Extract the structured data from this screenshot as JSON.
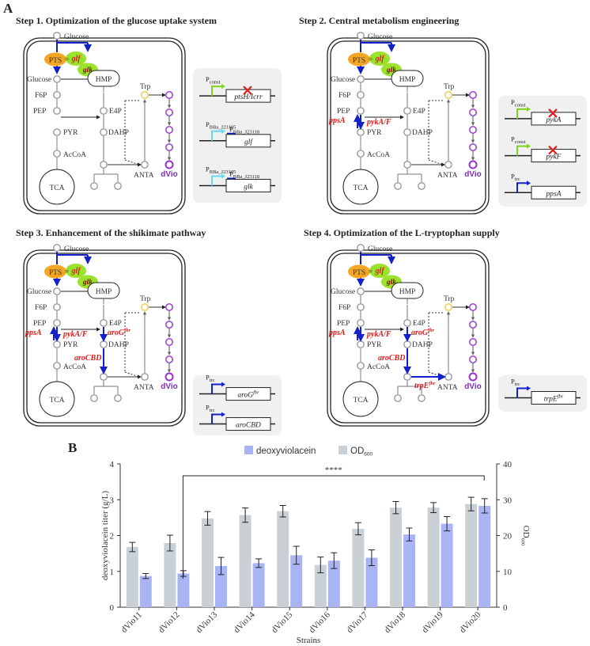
{
  "panel_a": {
    "letter": "A",
    "steps": [
      {
        "title": "Step 1. Optimization of the glucose uptake system",
        "constructs": [
          {
            "promoter": "P",
            "promoter_sub": "const",
            "gene": "ptsH/Icrr",
            "deleted": true,
            "second_promoter": ""
          },
          {
            "promoter": "P",
            "promoter_sub": "BBa_J23105",
            "gene": "glf",
            "deleted": false,
            "second_promoter": "BBa_J23118"
          },
          {
            "promoter": "P",
            "promoter_sub": "BBa_J23105",
            "gene": "glk",
            "deleted": false,
            "second_promoter": "BBa_J23118"
          }
        ]
      },
      {
        "title": "Step 2. Central metabolism engineering",
        "constructs": [
          {
            "promoter": "P",
            "promoter_sub": "const",
            "gene": "pykA",
            "deleted": true
          },
          {
            "promoter": "P",
            "promoter_sub": "const",
            "gene": "pykF",
            "deleted": true
          },
          {
            "promoter": "P",
            "promoter_sub": "trc",
            "gene": "ppsA",
            "deleted": false
          }
        ]
      },
      {
        "title": "Step 3. Enhancement of the shikimate pathway",
        "constructs": [
          {
            "promoter": "P",
            "promoter_sub": "trc",
            "gene": "aroG",
            "gene_sup": "fbr",
            "deleted": false
          },
          {
            "promoter": "P",
            "promoter_sub": "trc",
            "gene": "aroCBD",
            "deleted": false
          }
        ]
      },
      {
        "title": "Step 4. Optimization of the L-tryptophan supply",
        "constructs": [
          {
            "promoter": "P",
            "promoter_sub": "trc",
            "gene": "trpE",
            "gene_sup": "fbr",
            "deleted": false
          }
        ]
      }
    ],
    "metabolites": {
      "glucose": "Glucose",
      "f6p": "F6P",
      "pep": "PEP",
      "pyr": "PYR",
      "acoa": "AcCoA",
      "tca": "TCA",
      "hmp": "HMP",
      "e4p": "E4P",
      "dahp": "DAHP",
      "anta": "ANTA",
      "trp": "Trp",
      "dvio": "dVio",
      "pts": "PTS",
      "glf": "glf",
      "glk": "glk"
    },
    "genes": {
      "ppsA": "ppsA",
      "pykAF": "pykA/F",
      "aroG": "aroG",
      "aroG_sup": "fbr",
      "aroCBD": "aroCBD",
      "trpE": "trpE",
      "trpE_sup": "fbr"
    },
    "colors": {
      "pts": "#f5a623",
      "glf_glk": "#9be22d",
      "flux_blue": "#1420c8",
      "red_gene": "#e01b1b",
      "dvio_purple": "#9b30d0",
      "trp_yellow": "#f2c94c",
      "gray_node": "#9a9a9a",
      "box_bg": "#f0f0f0",
      "promoter_green": "#7ed321",
      "promoter_cyan": "#66d9f0"
    }
  },
  "panel_b": {
    "letter": "B"
  },
  "chart_data": {
    "type": "bar",
    "categories": [
      "dVio11",
      "dVio12",
      "dVio13",
      "dVio14",
      "dVio15",
      "dVio16",
      "dVio17",
      "dVio18",
      "dVio19",
      "dVio20"
    ],
    "series": [
      {
        "name": "deoxyviolacein",
        "axis": "left",
        "color": "#a9b4f5",
        "values": [
          0.87,
          0.94,
          1.15,
          1.23,
          1.45,
          1.3,
          1.38,
          2.03,
          2.33,
          2.83
        ],
        "errors": [
          0.07,
          0.08,
          0.24,
          0.12,
          0.25,
          0.22,
          0.22,
          0.18,
          0.2,
          0.2
        ]
      },
      {
        "name": "OD",
        "name_sub": "600",
        "axis": "right",
        "color": "#c9d1d6",
        "values": [
          16.8,
          17.9,
          24.8,
          25.7,
          26.8,
          11.8,
          21.9,
          27.8,
          27.8,
          28.8
        ],
        "errors": [
          1.3,
          2.2,
          1.9,
          2.0,
          1.6,
          2.2,
          1.7,
          1.7,
          1.4,
          1.9
        ]
      }
    ],
    "xlabel": "Strains",
    "ylabel": "deoxyviolacein titer (g/L)",
    "ylabel_right": "OD",
    "ylabel_right_sub": "600",
    "ylim": [
      0,
      4
    ],
    "yticks": [
      "0",
      "1",
      "2",
      "3",
      "4"
    ],
    "ylim_right": [
      0,
      40
    ],
    "yticks_right": [
      "0",
      "10",
      "20",
      "30",
      "40"
    ],
    "significance": {
      "from": "dVio12",
      "to": "dVio20",
      "label": "****"
    },
    "legend_position": "top"
  }
}
